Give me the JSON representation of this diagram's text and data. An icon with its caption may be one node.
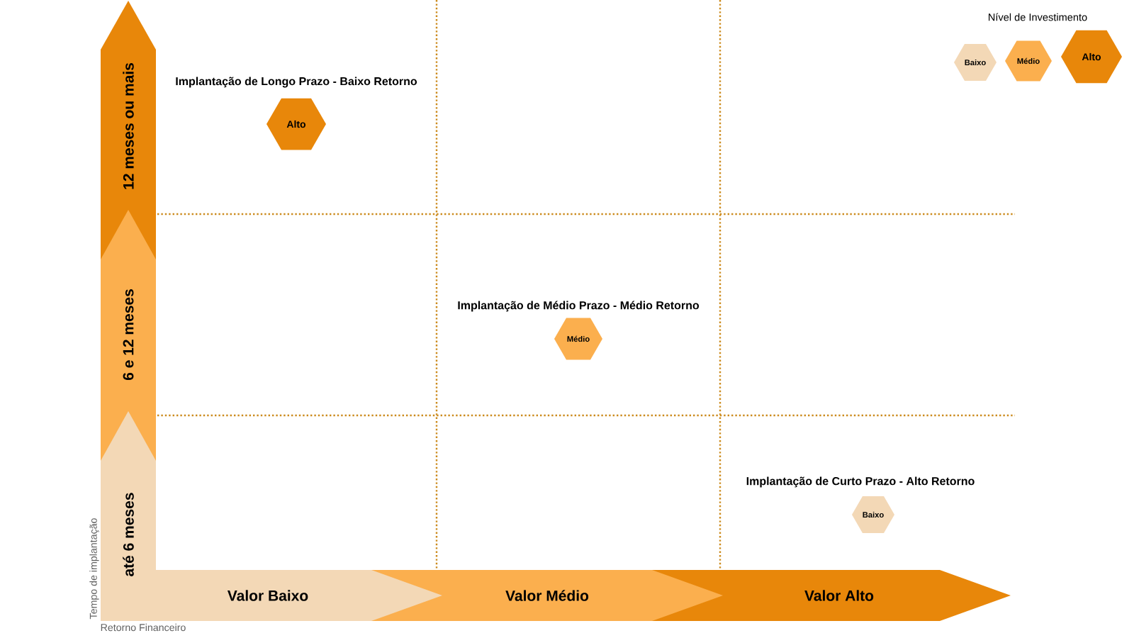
{
  "diagram": {
    "nodes": [
      {
        "text": [
          "12 meses ou mais"
        ]
      },
      {
        "text": [
          "6 e 12 meses"
        ]
      },
      {
        "text": [
          "até 6 meses"
        ]
      },
      {
        "text": [
          "Valor Baixo"
        ]
      },
      {
        "text": [
          "Valor Médio"
        ]
      },
      {
        "text": [
          "Valor Alto"
        ]
      },
      {
        "text": [
          "Alto"
        ],
        "beside": [
          "Implantação de Longo Prazo - Baixo Retorno"
        ]
      },
      {
        "text": [
          "Médio"
        ],
        "beside": [
          "Implantação de Médio Prazo - Médio Retorno"
        ]
      },
      {
        "text": [
          "Baixo"
        ],
        "beside": [
          "Implantação de Curto Prazo - Alto Retorno"
        ]
      }
    ],
    "labels": [
      "Nível de Investimento",
      "Tempo de implantação",
      "Retorno Financeiro"
    ],
    "legend": [
      {
        "text": "Baixo",
        "color": "#F3D8B6"
      },
      {
        "text": "Médio",
        "color": "#FBAF4E"
      },
      {
        "text": "Alto",
        "color": "#E8870A"
      }
    ]
  }
}
